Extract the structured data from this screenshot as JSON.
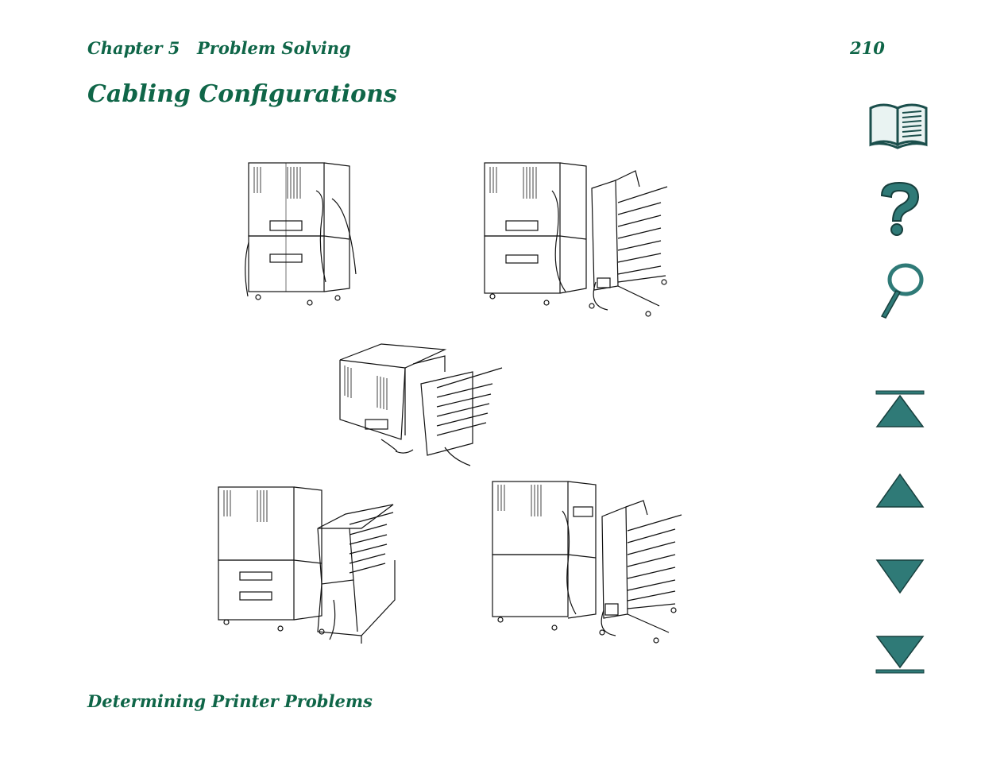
{
  "header": {
    "chapter": "Chapter 5",
    "section": "Problem Solving",
    "page_number": "210"
  },
  "title": "Cabling Configurations",
  "footer": "Determining Printer Problems",
  "colors": {
    "heading": "#0f6648",
    "nav_icon": "#2f7a77",
    "line_art": "#111111"
  },
  "figures": [
    {
      "name": "printer-rear-view",
      "accessory": "none"
    },
    {
      "name": "printer-with-multibin-mailbox",
      "accessory": "multi-bin mailbox"
    },
    {
      "name": "printer-top-view-with-stacker",
      "accessory": "stacker"
    },
    {
      "name": "printer-with-stapler-stacker",
      "accessory": "stapler/stacker"
    },
    {
      "name": "printer-with-multibin-mailbox-2",
      "accessory": "multi-bin mailbox"
    }
  ],
  "nav_icons": [
    "contents-book-icon",
    "help-question-icon",
    "search-magnifier-icon",
    "first-page-icon",
    "previous-page-icon",
    "next-page-icon",
    "last-page-icon"
  ]
}
